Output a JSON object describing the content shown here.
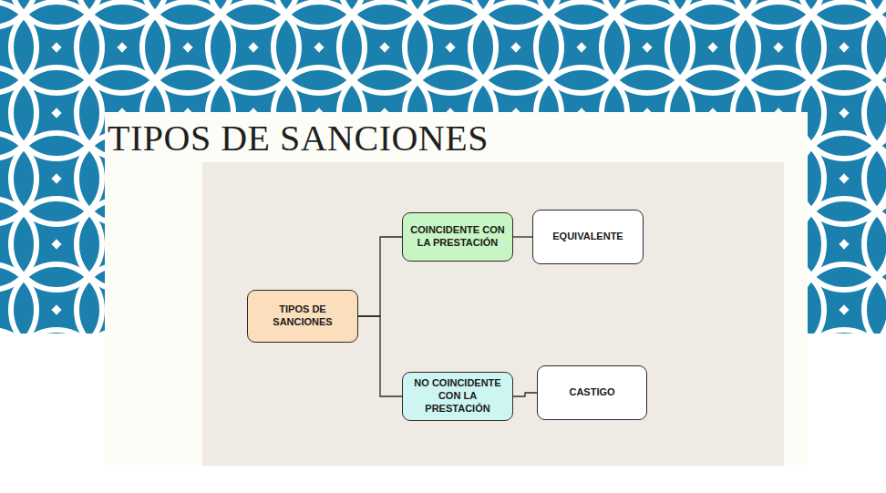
{
  "diagram": {
    "title": "TIPOS DE SANCIONES",
    "nodes": [
      {
        "text": [
          "TIPOS DE SANCIONES"
        ]
      },
      {
        "text": [
          "COINCIDENTE CON LA PRESTACIÓN"
        ]
      },
      {
        "text": [
          "EQUIVALENTE"
        ]
      },
      {
        "text": [
          "NO COINCIDENTE CON LA PRESTACIÓN"
        ]
      },
      {
        "text": [
          "CASTIGO"
        ]
      }
    ],
    "edges": [
      {
        "from": 0,
        "to": 1,
        "arrow": "none"
      },
      {
        "from": 0,
        "to": 3,
        "arrow": "none"
      },
      {
        "from": 1,
        "to": 2,
        "arrow": "none"
      },
      {
        "from": 3,
        "to": 4,
        "arrow": "none"
      }
    ]
  }
}
